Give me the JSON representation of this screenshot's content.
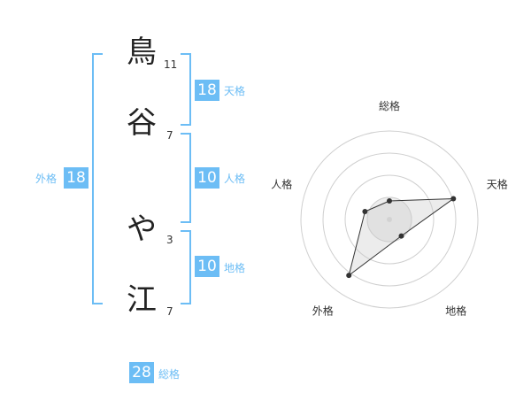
{
  "name": {
    "chars": [
      {
        "char": "鳥",
        "strokes": "11"
      },
      {
        "char": "谷",
        "strokes": "7"
      },
      {
        "char": "や",
        "strokes": "3"
      },
      {
        "char": "江",
        "strokes": "7"
      }
    ]
  },
  "fortune": {
    "tenkaku": {
      "value": "18",
      "label": "天格"
    },
    "jinkaku": {
      "value": "10",
      "label": "人格"
    },
    "chikaku": {
      "value": "10",
      "label": "地格"
    },
    "gaikaku": {
      "value": "18",
      "label": "外格"
    },
    "soukaku": {
      "value": "28",
      "label": "総格"
    }
  },
  "colors": {
    "accent": "#6cbdf5",
    "text": "#222222"
  },
  "chart_data": {
    "type": "radar",
    "axes": [
      "総格",
      "天格",
      "地格",
      "外格",
      "人格"
    ],
    "values": [
      0.21,
      0.76,
      0.23,
      0.78,
      0.29
    ],
    "range": [
      0,
      1
    ],
    "rings": 4,
    "grid": true
  }
}
